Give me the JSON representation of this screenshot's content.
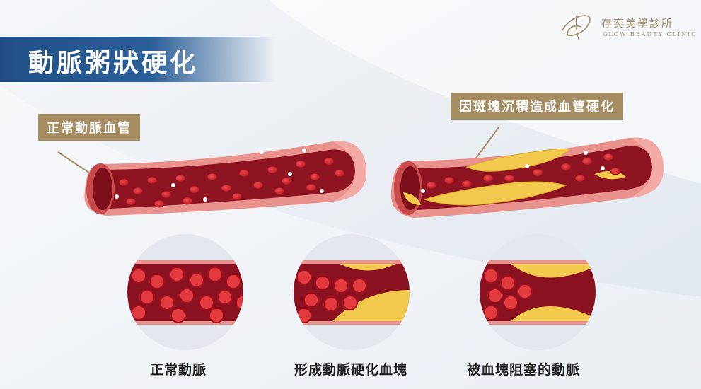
{
  "title": "動脈粥狀硬化",
  "logo": {
    "name_zh": "存奕美學診所",
    "name_en": "GLOW BEAUTY CLINIC",
    "icon": "swirl-logo-icon"
  },
  "labels": {
    "normal_vessel": "正常動脈血管",
    "plaque_vessel": "因斑塊沉積造成血管硬化"
  },
  "circles": [
    {
      "label": "正常動脈"
    },
    {
      "label": "形成動脈硬化血塊"
    },
    {
      "label": "被血塊阻塞的動脈"
    }
  ],
  "colors": {
    "title_band": "#2b5f98",
    "tag": "#a68c61",
    "vessel_outer": "#e8837e",
    "vessel_inner": "#8f1422",
    "blood_cell": "#d8212a",
    "plaque": "#f2c94c"
  }
}
